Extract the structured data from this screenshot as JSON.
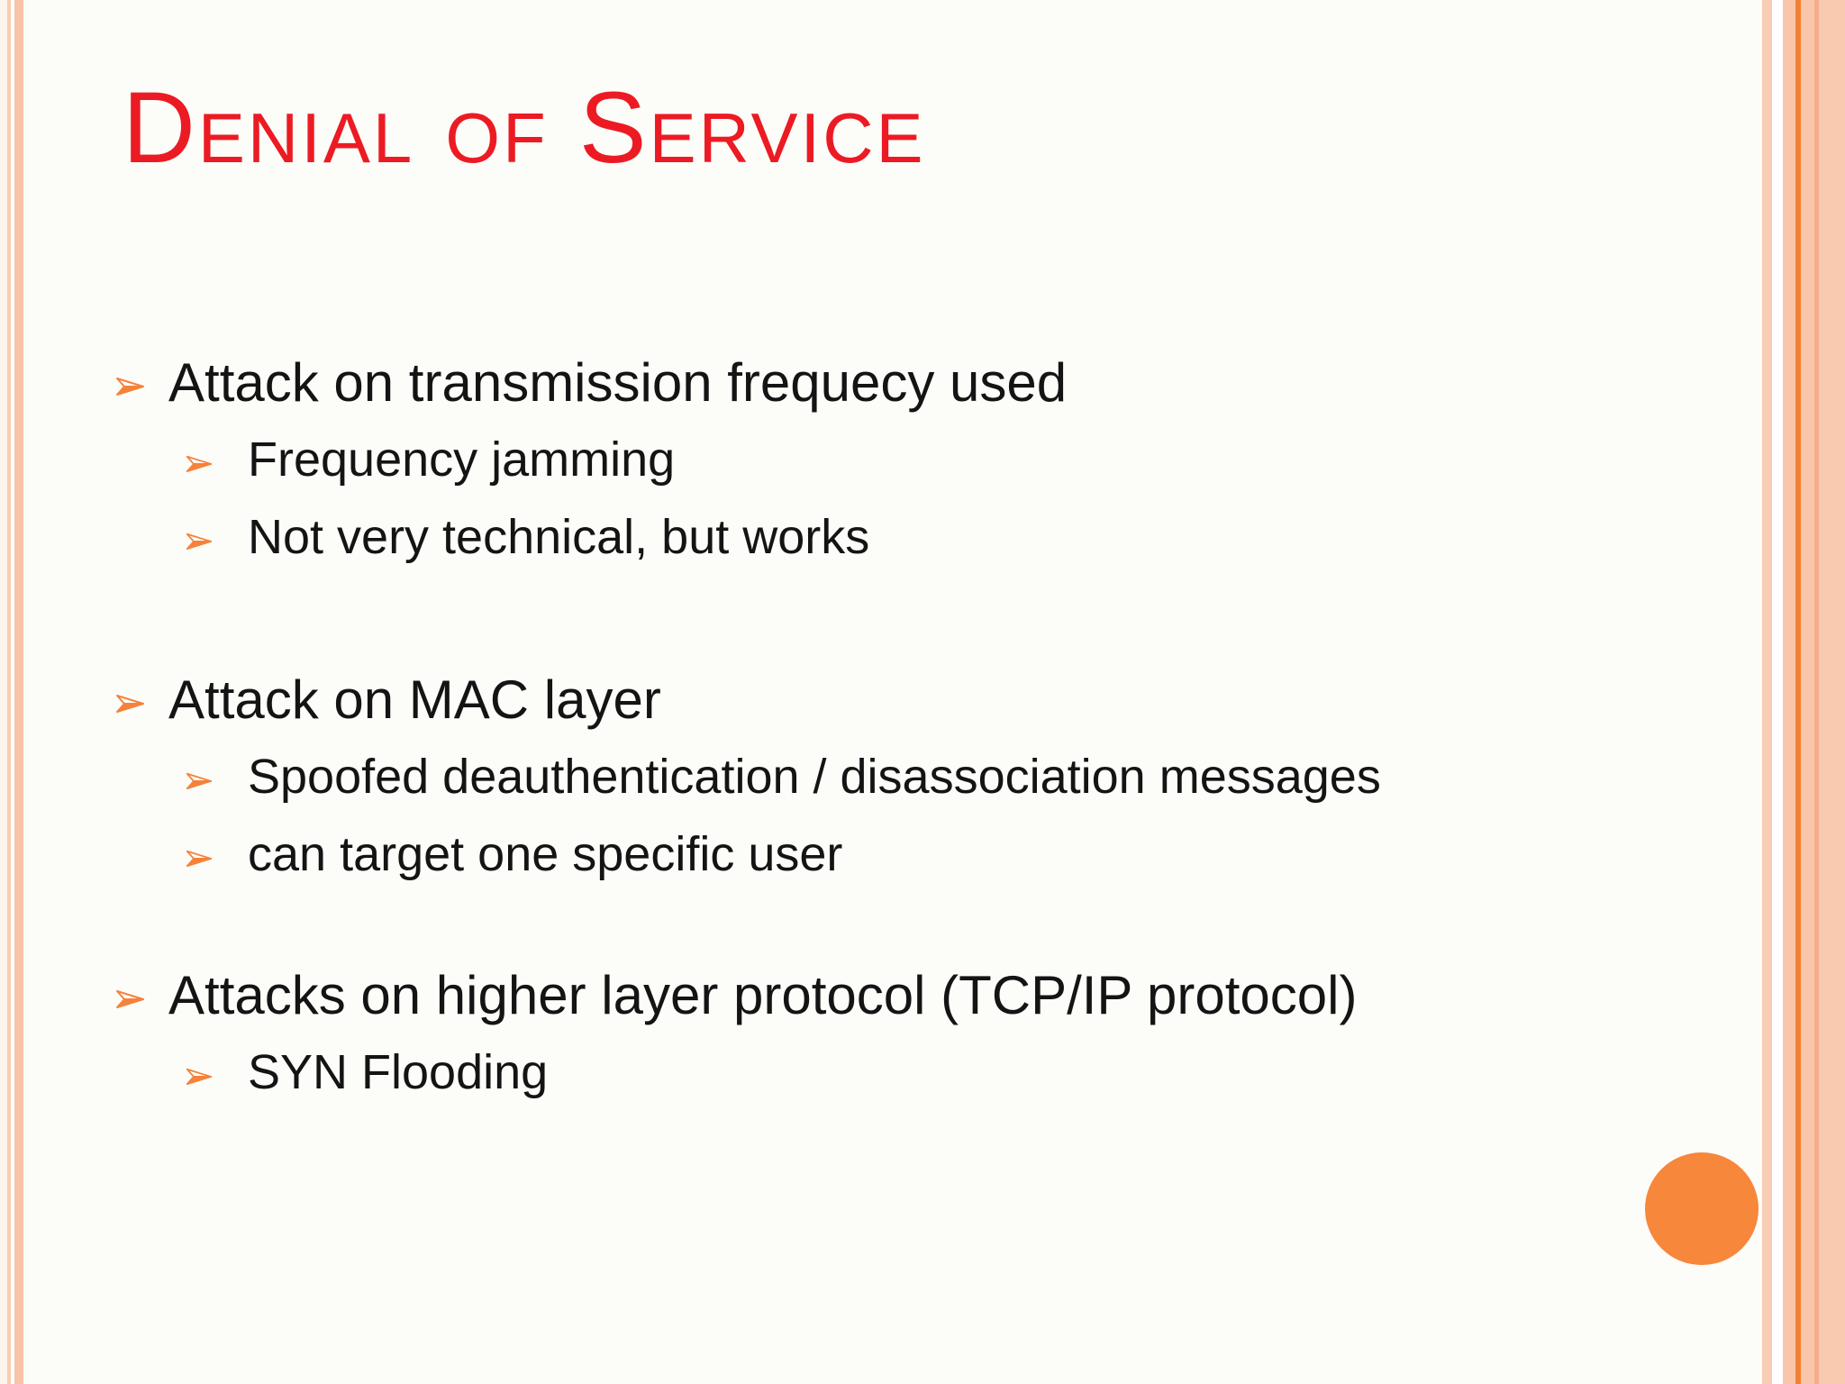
{
  "slide": {
    "title": "Denial of Service",
    "theme": {
      "title_color": "#EC1B23",
      "accent_orange": "#F6873B",
      "bullet_arrow_orange": "#F5823A",
      "border_salmon": "#F8C3A8",
      "border_orange_line": "#F08133",
      "text_color": "#141414",
      "background": "#FCFCF9"
    },
    "bullets": [
      {
        "level": 1,
        "text": "Attack on transmission frequecy used"
      },
      {
        "level": 2,
        "text": "Frequency jamming"
      },
      {
        "level": 2,
        "text": "Not very technical, but works"
      },
      {
        "level": 1,
        "text": "Attack on MAC layer"
      },
      {
        "level": 2,
        "text": "Spoofed deauthentication / disassociation messages"
      },
      {
        "level": 2,
        "text": "can target one specific user"
      },
      {
        "level": 1,
        "text": "Attacks on higher layer protocol (TCP/IP protocol)"
      },
      {
        "level": 2,
        "text": "SYN Flooding"
      }
    ],
    "decorations": {
      "orange_circle_bottom_right": true,
      "striped_side_borders": true
    }
  }
}
